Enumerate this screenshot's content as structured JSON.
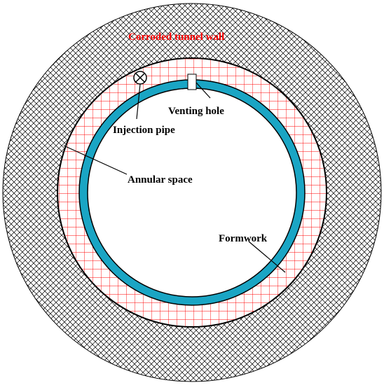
{
  "labels": {
    "tunnel_wall": "Corroded tunnel wall",
    "venting_hole": "Venting hole",
    "injection_pipe": "Injection pipe",
    "annular_space": "Annular space",
    "formwork": "Formwork"
  },
  "colors": {
    "tunnel_wall_hatch": "#000000",
    "tunnel_wall_label": "#ff0000",
    "annular_grid": "#ff0000",
    "formwork_fill": "#1aa5c4",
    "outline": "#000000",
    "background": "#ffffff"
  },
  "icons": {
    "injection_pipe": "circle-cross-icon",
    "venting_hole": "small-square-gap-icon"
  }
}
